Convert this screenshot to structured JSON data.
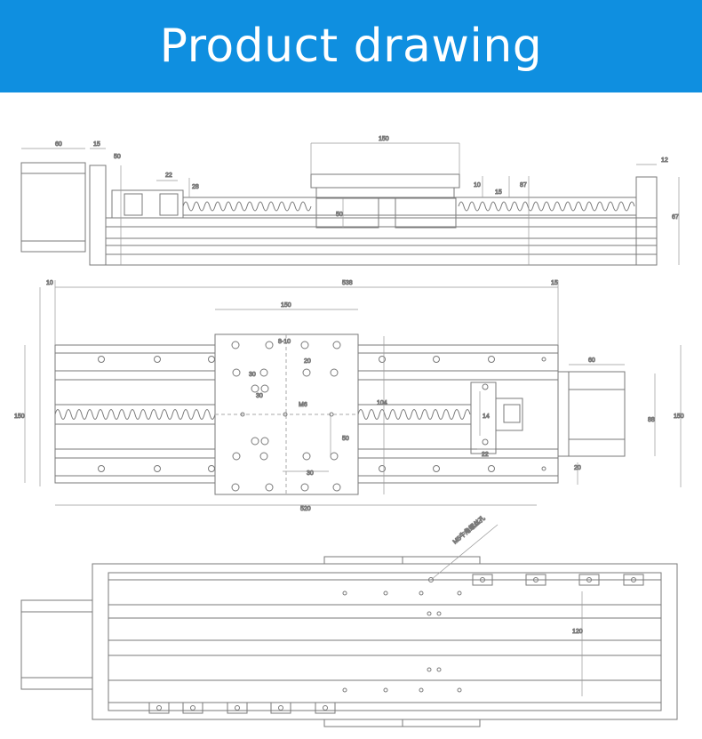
{
  "header": {
    "title": "Product drawing"
  },
  "colors": {
    "banner": "#0f8fe0",
    "line": "#7a7a7a",
    "dim": "#888888"
  },
  "side_view": {
    "dimensions": [
      "60",
      "15",
      "150",
      "12",
      "50",
      "22",
      "28",
      "10",
      "15",
      "67",
      "50",
      "87"
    ]
  },
  "top_view": {
    "dimensions": [
      "10",
      "538",
      "15",
      "150",
      "8-10",
      "30",
      "20",
      "30",
      "M6",
      "104",
      "50",
      "30",
      "150",
      "88",
      "150",
      "14",
      "22",
      "20",
      "520",
      "60"
    ]
  },
  "bottom_view": {
    "callout": "M5牛角螺丝孔",
    "dimensions": [
      "120"
    ]
  }
}
